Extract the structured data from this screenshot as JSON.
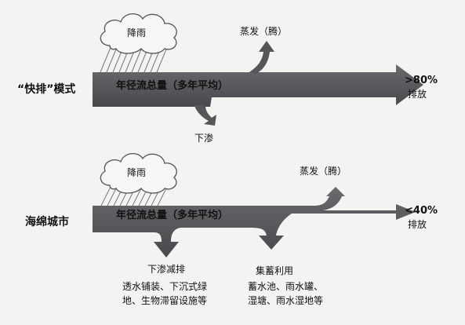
{
  "top": {
    "mode_label": "“快排”模式",
    "rain": "降雨",
    "band": "年径流总量（多年平均）",
    "evap": "蒸发（腾）",
    "infiltration": "下渗",
    "pct": ">80%",
    "discharge": "排放"
  },
  "bottom": {
    "mode_label": "海绵城市",
    "rain": "降雨",
    "band": "年径流总量（多年平均）",
    "evap": "蒸发（腾）",
    "infiltration_title": "下渗减排",
    "infiltration_note_1": "透水铺装、下沉式绿",
    "infiltration_note_2": "地、生物滞留设施等",
    "storage_title": "集蓄利用",
    "storage_note_1": "蓄水池、雨水罐、",
    "storage_note_2": "湿塘、雨水湿地等",
    "pct": "<40%",
    "discharge": "排放"
  },
  "colors": {
    "flow": "#55555a",
    "flow_dark": "#3f3f44",
    "background": "#f3f3f2"
  }
}
